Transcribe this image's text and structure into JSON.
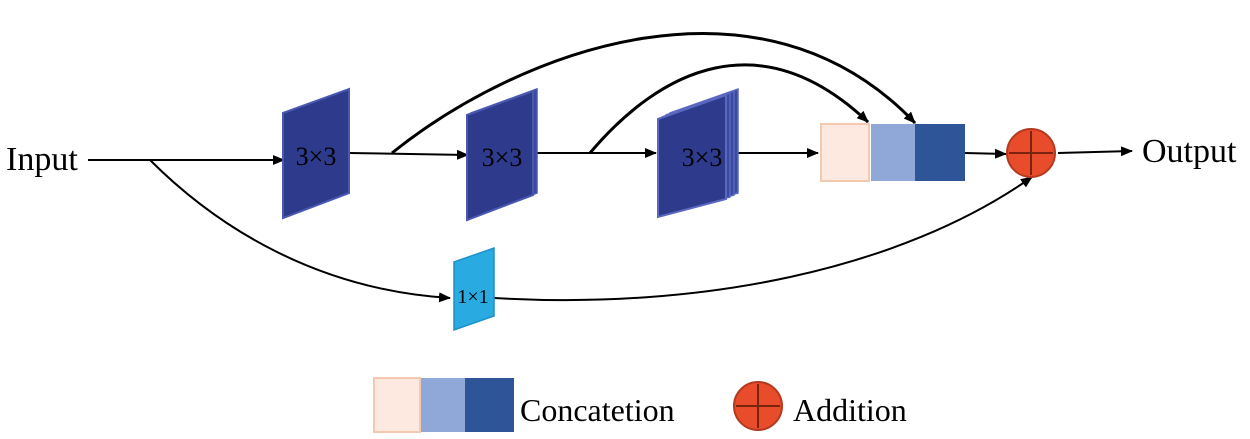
{
  "diagram": {
    "input_label": "Input",
    "output_label": "Output",
    "conv_blocks": [
      {
        "label": "3×3"
      },
      {
        "label": "3×3"
      },
      {
        "label": "3×3"
      }
    ],
    "shortcut_conv": {
      "label": "1×1"
    },
    "colors": {
      "conv_dark": "#2E3A8C",
      "conv_edge": "#4A58B0",
      "shortcut": "#29ABE2",
      "concat_1": "#FDE9DF",
      "concat_1_border": "#F5C9B0",
      "concat_2": "#8FA8D8",
      "concat_3": "#2E5597",
      "addition": "#E84C2A",
      "addition_border": "#B33A1F"
    }
  },
  "legend": {
    "concatenation_label": "Concatetion",
    "addition_label": "Addition"
  }
}
